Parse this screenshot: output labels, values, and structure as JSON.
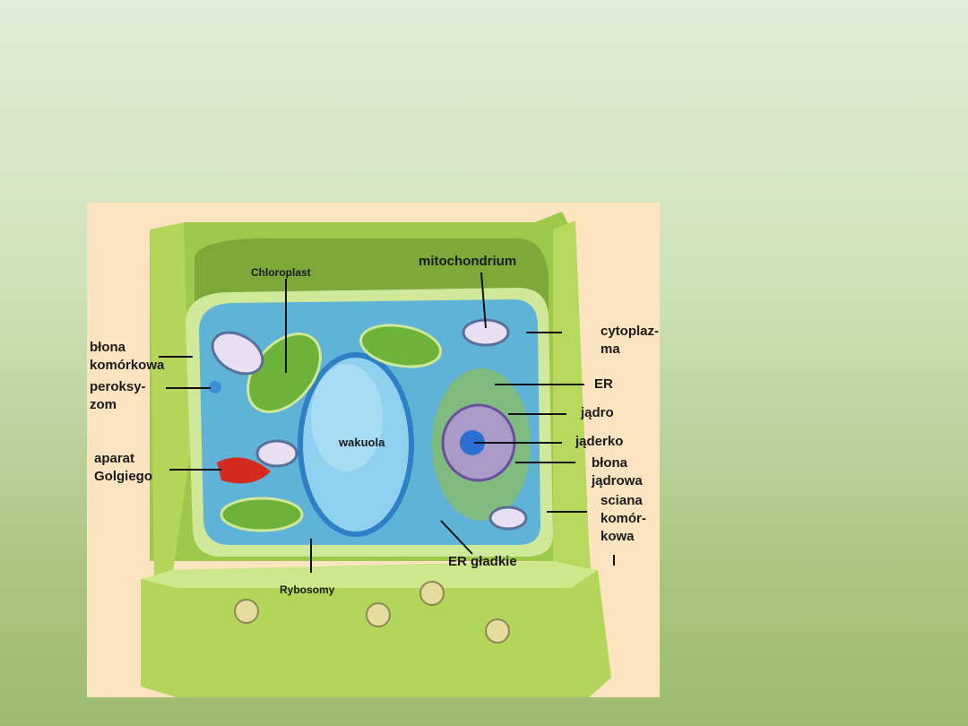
{
  "figure": {
    "labels": {
      "chloroplast": "Chloroplast",
      "mitochondrium": "mitochondrium",
      "cytoplazma": "cytoplaz-\nma",
      "blona_komorkowa": "błona\nkomórkowa",
      "peroksyzom": "peroksy-\nzom",
      "er": "ER",
      "jadro": "jądro",
      "jaderko": "jąderko",
      "aparat_golgiego": "aparat\nGolgiego",
      "wakuola": "wakuola",
      "blona_jadrowa": "błona\njądrowa",
      "sciana_komorkowa": "sciana\nkomór-\nkowa",
      "er_gladkie": "ER gładkie",
      "rybosomy": "Rybosomy"
    },
    "colors": {
      "wall": "#a8cf4a",
      "cytoplasm": "#5fb3d6",
      "vacuole": "#8fd0ef",
      "nucleus": "#a99ac8",
      "golgi": "#d42a20",
      "chloroplast": "#6db33a",
      "background": "#fde4c1"
    }
  }
}
